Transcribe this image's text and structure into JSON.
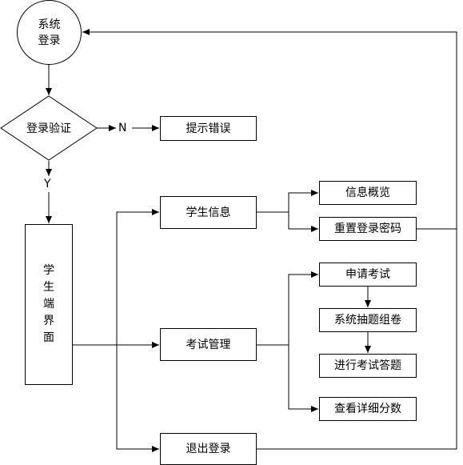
{
  "nodes": {
    "start": "系统\n登录",
    "verify": "登录验证",
    "error": "提示错误",
    "student_ui": "学生端界面",
    "student_info": "学生信息",
    "info_overview": "信息概览",
    "reset_password": "重置登录密码",
    "exam_manage": "考试管理",
    "apply_exam": "申请考试",
    "draw_paper": "系统抽题组卷",
    "do_exam": "进行考试答题",
    "view_scores": "查看详细分数",
    "logout": "退出登录"
  },
  "edge_labels": {
    "no": "N",
    "yes": "Y"
  }
}
